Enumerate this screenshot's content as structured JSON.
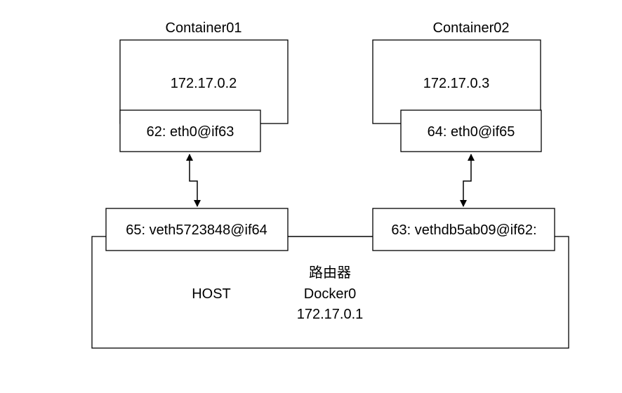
{
  "colors": {
    "stroke": "#000000",
    "background": "#ffffff",
    "text": "#000000"
  },
  "container1": {
    "title": "Container01",
    "ip": "172.17.0.2",
    "iface": "62: eth0@if63"
  },
  "container2": {
    "title": "Container02",
    "ip": "172.17.0.3",
    "iface": "64: eth0@if65"
  },
  "host": {
    "label": "HOST",
    "router_label": "路由器",
    "bridge_name": "Docker0",
    "bridge_ip": "172.17.0.1",
    "veth_left": "65: veth5723848@if64",
    "veth_right": "63: vethdb5ab09@if62:"
  },
  "links": [
    {
      "from": "62: eth0@if63",
      "to": "65: veth5723848@if64",
      "style": "bidirectional"
    },
    {
      "from": "64: eth0@if65",
      "to": "63: vethdb5ab09@if62:",
      "style": "bidirectional"
    }
  ]
}
